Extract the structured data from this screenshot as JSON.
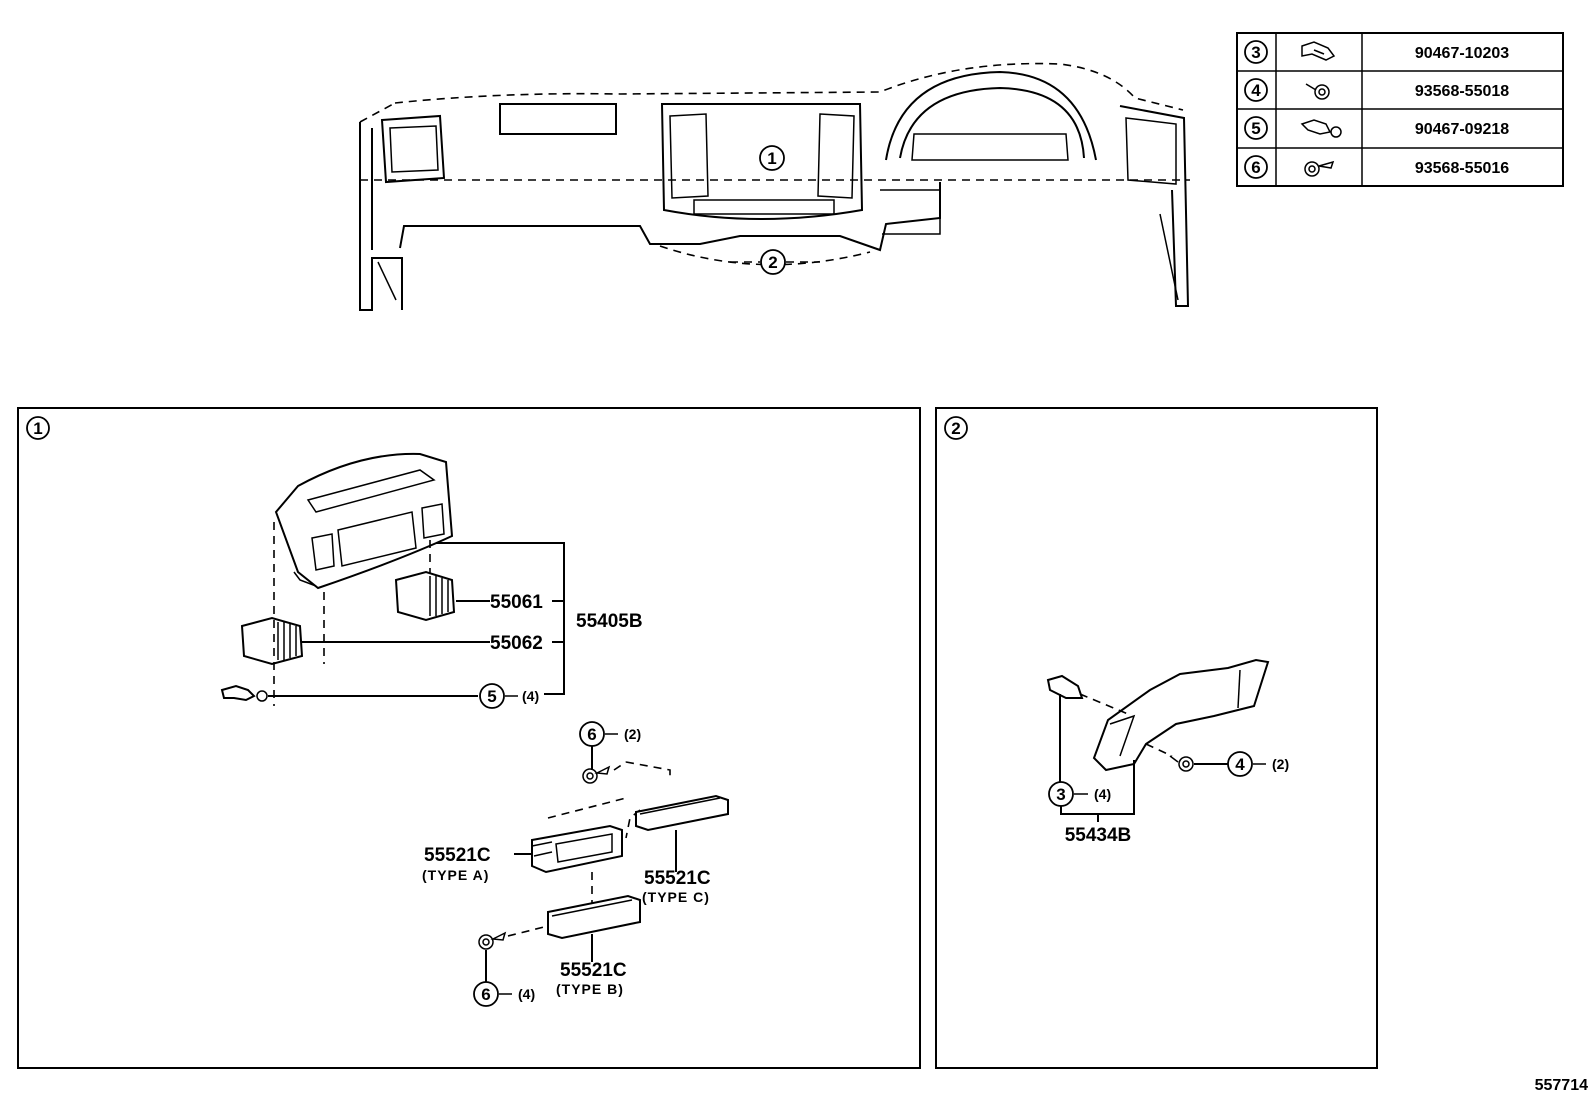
{
  "fastener_table": [
    {
      "ref": "3",
      "icon": "clip-icon",
      "part_no": "90467-10203"
    },
    {
      "ref": "4",
      "icon": "screw-grommet-icon",
      "part_no": "93568-55018"
    },
    {
      "ref": "5",
      "icon": "clip-icon",
      "part_no": "90467-09218"
    },
    {
      "ref": "6",
      "icon": "screw-icon",
      "part_no": "93568-55016"
    }
  ],
  "overview": {
    "callout_1": "1",
    "callout_2": "2"
  },
  "panel_1": {
    "tag": "1",
    "labels": {
      "p55061": "55061",
      "p55062": "55062",
      "p55405B": "55405B",
      "ref5": "5",
      "ref5_qty": "(4)",
      "ref6_top": "6",
      "ref6_top_qty": "(2)",
      "p55521C_a": "55521C",
      "type_a": "(TYPE  A)",
      "p55521C_c": "55521C",
      "type_c": "(TYPE  C)",
      "p55521C_b": "55521C",
      "type_b": "(TYPE  B)",
      "ref6_bottom": "6",
      "ref6_bottom_qty": "(4)"
    }
  },
  "panel_2": {
    "tag": "2",
    "labels": {
      "ref4": "4",
      "ref4_qty": "(2)",
      "ref3": "3",
      "ref3_qty": "(4)",
      "p55434B": "55434B"
    }
  },
  "illustration_id": "557714"
}
